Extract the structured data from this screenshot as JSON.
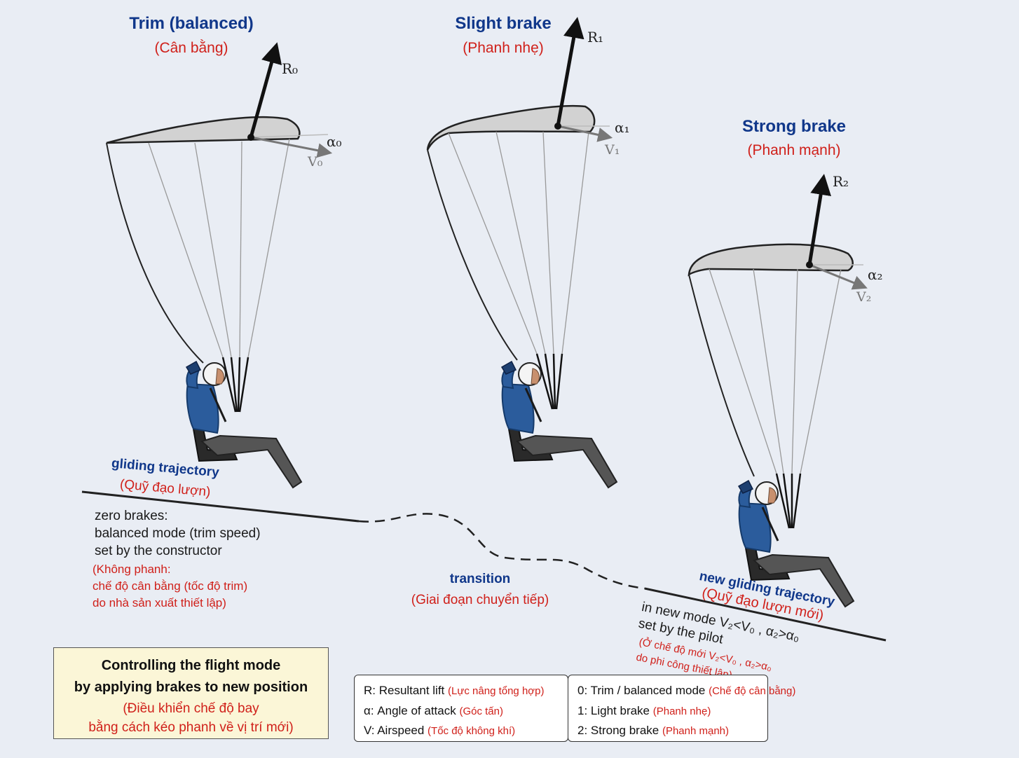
{
  "panels": [
    {
      "title": "Trim (balanced)",
      "subtitle": "(Cân bằng)",
      "force": "R₀",
      "angle": "α₀",
      "speed": "V₀"
    },
    {
      "title": "Slight brake",
      "subtitle": "(Phanh nhẹ)",
      "force": "R₁",
      "angle": "α₁",
      "speed": "V₁"
    },
    {
      "title": "Strong brake",
      "subtitle": "(Phanh mạnh)",
      "force": "R₂",
      "angle": "α₂",
      "speed": "V₂"
    }
  ],
  "trajectory": {
    "gliding_en": "gliding trajectory",
    "gliding_vi": "(Quỹ đạo lượn)",
    "zero_brakes_en": [
      "zero brakes:",
      "balanced mode (trim speed)",
      "set by the constructor"
    ],
    "zero_brakes_vi": [
      "(Không phanh:",
      "chế độ cân bằng (tốc độ trim)",
      "do nhà sản xuất thiết lập)"
    ],
    "transition_en": "transition",
    "transition_vi": "(Giai đoạn chuyển tiếp)",
    "new_gliding_en": "new gliding trajectory",
    "new_gliding_vi": "(Quỹ đạo lượn mới)",
    "new_mode_en": [
      "in new mode   V₂<V₀ ,  α₂>α₀",
      "set by the pilot"
    ],
    "new_mode_vi": [
      "(Ở chế độ mới   V₂<V₀ ,  α₂>α₀",
      "do phi công thiết lập)"
    ]
  },
  "caption": {
    "en": [
      "Controlling the flight mode",
      "by applying brakes to new position"
    ],
    "vi": [
      "(Điều khiển chế độ bay",
      "bằng cách kéo phanh về vị trí mới)"
    ]
  },
  "legend_left": [
    {
      "en": "R: Resultant lift ",
      "vi": "(Lực nâng tổng hợp)"
    },
    {
      "en": "α: Angle of attack ",
      "vi": "(Góc tấn)"
    },
    {
      "en": "V: Airspeed ",
      "vi": "(Tốc độ không khí)"
    }
  ],
  "legend_right": [
    {
      "en": "0: Trim / balanced mode ",
      "vi": "(Chế độ cân bằng)"
    },
    {
      "en": "1: Light brake ",
      "vi": "(Phanh nhẹ)"
    },
    {
      "en": "2: Strong brake ",
      "vi": "(Phanh mạnh)"
    }
  ],
  "colors": {
    "title_blue": "#10378a",
    "viet_red": "#d0201a",
    "jacket_blue": "#2b5c9c",
    "wing_grey": "#d2d2d2",
    "caption_bg": "#fbf6d7"
  }
}
